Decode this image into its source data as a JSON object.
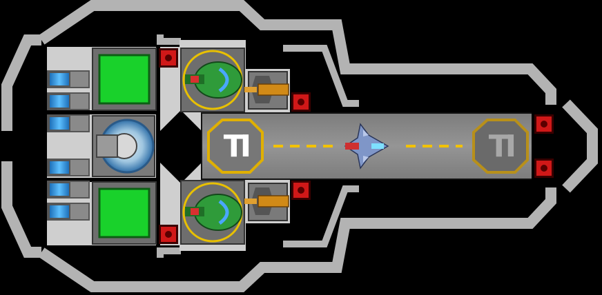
{
  "scene": {
    "type": "ship-hangar-layout",
    "colors": {
      "background": "#000000",
      "hull_outline": "#b3b3b3",
      "room_floor": "#c6c6c6",
      "runway": "#8a8a8a",
      "runway_centerline": "#f2c200",
      "screen_green": "#19d12b",
      "alarm_red": "#d01818",
      "pad_rim": "#e0b000",
      "coolant_blue": "#2e8fe0",
      "turret_green": "#2f9b3a",
      "cannon_gold": "#d18a17"
    }
  },
  "landing_pads": [
    {
      "id": "pad-left",
      "label": "TI",
      "active": true
    },
    {
      "id": "pad-right",
      "label": "TI",
      "active": false
    }
  ],
  "icons": {
    "alarm": "alarm-icon",
    "screen": "console-screen-icon",
    "coolant": "coolant-tank-icon",
    "reactor": "reactor-icon",
    "turret": "turret-icon",
    "cannon": "cannon-icon",
    "ship": "ship-icon"
  }
}
